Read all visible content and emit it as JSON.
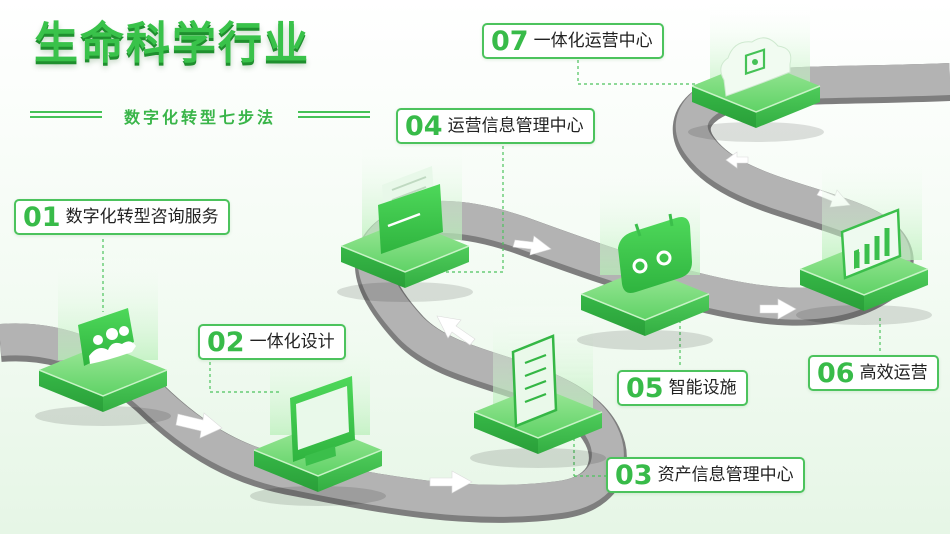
{
  "title": "生命科学行业",
  "subtitle": "数字化转型七步法",
  "steps": [
    {
      "num": "01",
      "label": "数字化转型咨询服务",
      "icon": "users-icon"
    },
    {
      "num": "02",
      "label": "一体化设计",
      "icon": "monitor-icon"
    },
    {
      "num": "03",
      "label": "资产信息管理中心",
      "icon": "checklist-icon"
    },
    {
      "num": "04",
      "label": "运营信息管理中心",
      "icon": "folder-icon"
    },
    {
      "num": "05",
      "label": "智能设施",
      "icon": "robot-icon"
    },
    {
      "num": "06",
      "label": "高效运营",
      "icon": "bar-chart-icon"
    },
    {
      "num": "07",
      "label": "一体化运营中心",
      "icon": "cloud-chip-icon"
    }
  ],
  "colors": {
    "accent": "#3dbf4e",
    "road": "#a9a9a9",
    "arrow": "#ffffff"
  }
}
